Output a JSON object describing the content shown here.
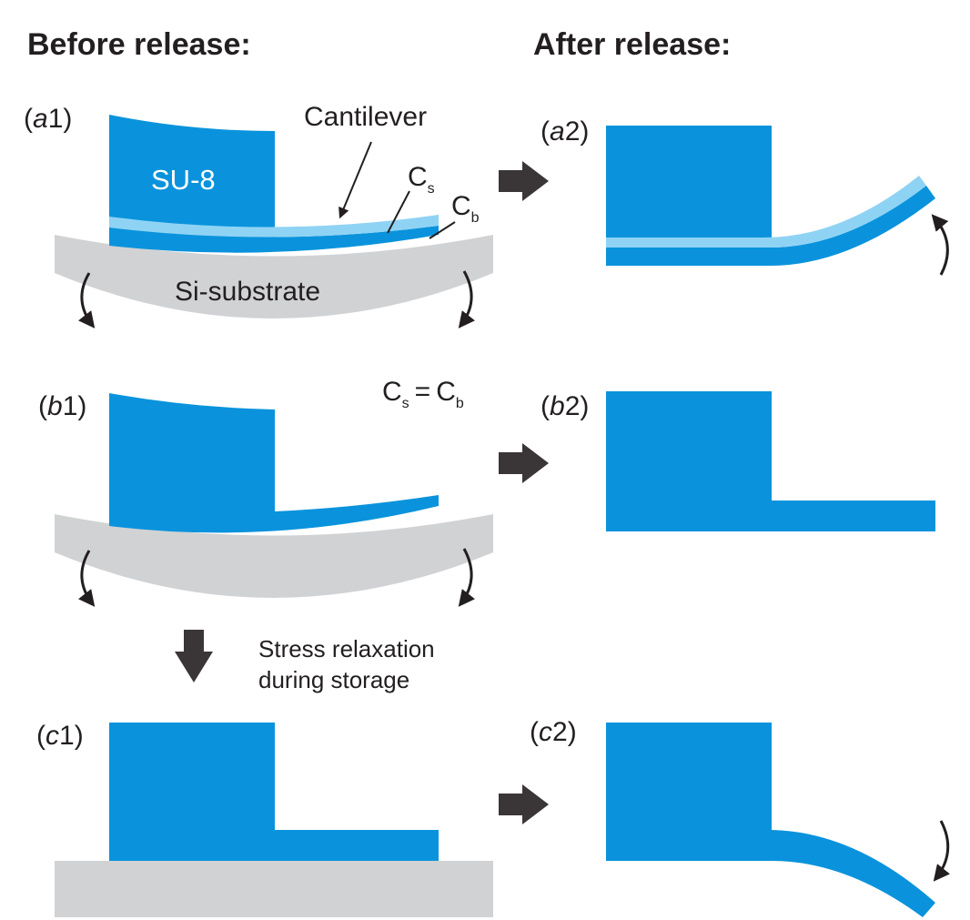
{
  "titles": {
    "before": "Before release:",
    "after": "After release:"
  },
  "panels": {
    "a1": {
      "letter": "a",
      "num": "1"
    },
    "a2": {
      "letter": "a",
      "num": "2"
    },
    "b1": {
      "letter": "b",
      "num": "1"
    },
    "b2": {
      "letter": "b",
      "num": "2"
    },
    "c1": {
      "letter": "c",
      "num": "1"
    },
    "c2": {
      "letter": "c",
      "num": "2"
    }
  },
  "labels": {
    "su8": "SU-8",
    "cantilever": "Cantilever",
    "substrate": "Si-substrate",
    "c_main": "C",
    "s_sub": "s",
    "b_sub": "b",
    "equals": "=",
    "stress_line1": "Stress relaxation",
    "stress_line2": "during storage"
  },
  "colors": {
    "su8_blue": "#0a93dc",
    "surface_light_blue": "#8fd3f4",
    "substrate_gray": "#d1d2d4",
    "arrow_dark": "#3a3536",
    "text": "#231f20"
  }
}
